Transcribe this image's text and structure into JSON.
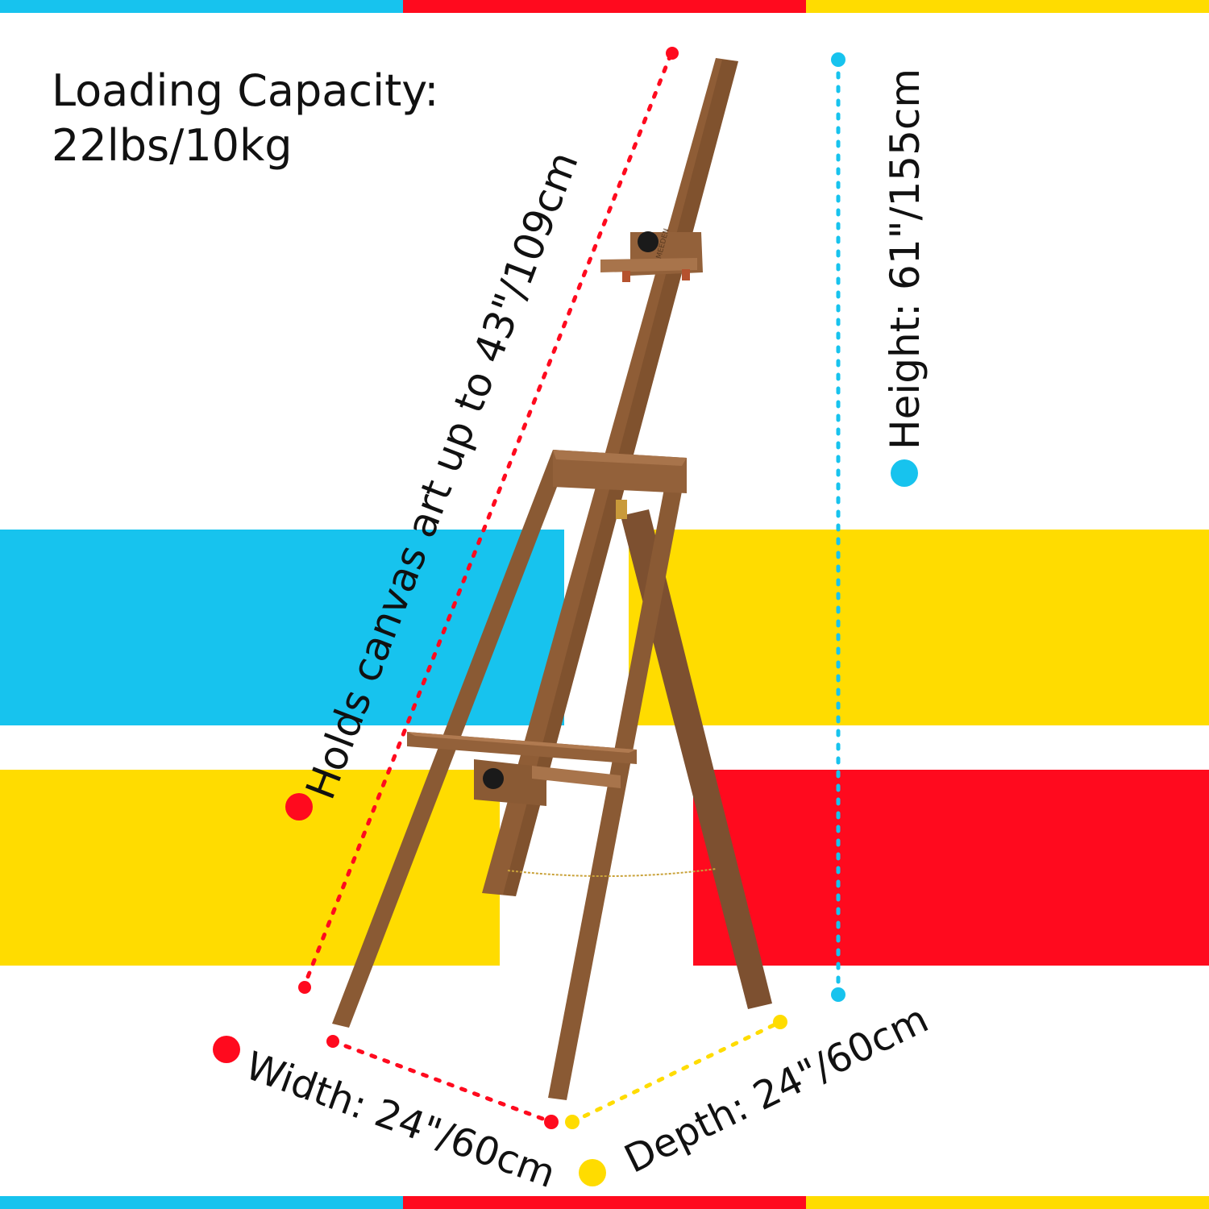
{
  "colors": {
    "blue": "#17c3ee",
    "red": "#ff0a1e",
    "yellow": "#ffdc00",
    "wood": "#8a5a34",
    "wood_dark": "#6e4526",
    "text": "#111111"
  },
  "capacity": {
    "line1": "Loading Capacity:",
    "line2": "22lbs/10kg"
  },
  "dimensions": {
    "canvas": "Holds canvas art up to 43\"/109cm",
    "height": "Height: 61\"/155cm",
    "width": "Width: 24\"/60cm",
    "depth": "Depth: 24\"/60cm"
  },
  "brand_mark": "MEEDEN"
}
